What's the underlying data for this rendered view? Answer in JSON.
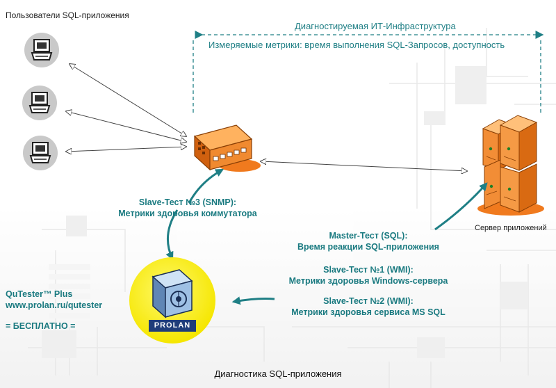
{
  "users_title": "Пользователи SQL-приложения",
  "infra_title": "Диагностируемая ИТ-Инфраструктура",
  "metrics_line": "Измеряемые метрики: время выполнения SQL-Запросов, доступность",
  "slave3": {
    "title": "Slave-Тест №3 (SNMP):",
    "subtitle": "Метрики здоровья коммутатора"
  },
  "master": {
    "title": "Master-Тест (SQL):",
    "subtitle": "Время реакции SQL-приложения"
  },
  "slave1": {
    "title": "Slave-Тест №1 (WMI):",
    "subtitle": "Метрики здоровья Windows-сервера"
  },
  "slave2": {
    "title": "Slave-Тест №2 (WMI):",
    "subtitle": "Метрики здоровья сервиса MS SQL"
  },
  "product": {
    "name": "QuTester™  Plus",
    "url": "www.prolan.ru/qutester",
    "free": "= БЕСПЛАТНО ="
  },
  "logo_text": "PROLAN",
  "server_label": "Сервер приложений",
  "caption": "Диагностика SQL-приложения",
  "icons": [
    "user-computer-icon",
    "network-switch-icon",
    "server-rack-icon",
    "qutester-probe-icon"
  ],
  "colors": {
    "teal": "#1f7f85",
    "orange": "#f07a1e",
    "yellow": "#fff200",
    "navy": "#1f3d7a"
  }
}
